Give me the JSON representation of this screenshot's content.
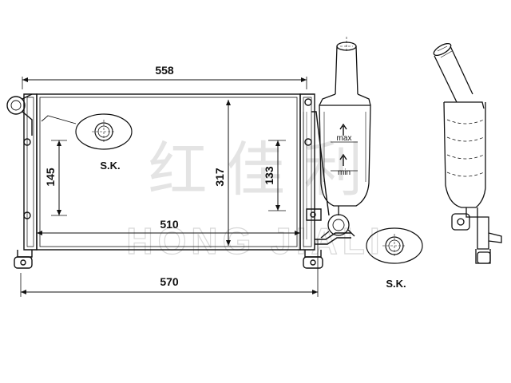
{
  "dimensions": {
    "overall_width": "558",
    "core_width": "510",
    "total_width": "570",
    "height_core": "317",
    "height_left": "145",
    "height_right": "133"
  },
  "labels": {
    "sk_main": "S.K.",
    "sk_tank": "S.K.",
    "max_label": "max",
    "min_label": "min"
  },
  "watermark": {
    "chinese": "红 佳 利",
    "english": "HONG JIALI"
  }
}
